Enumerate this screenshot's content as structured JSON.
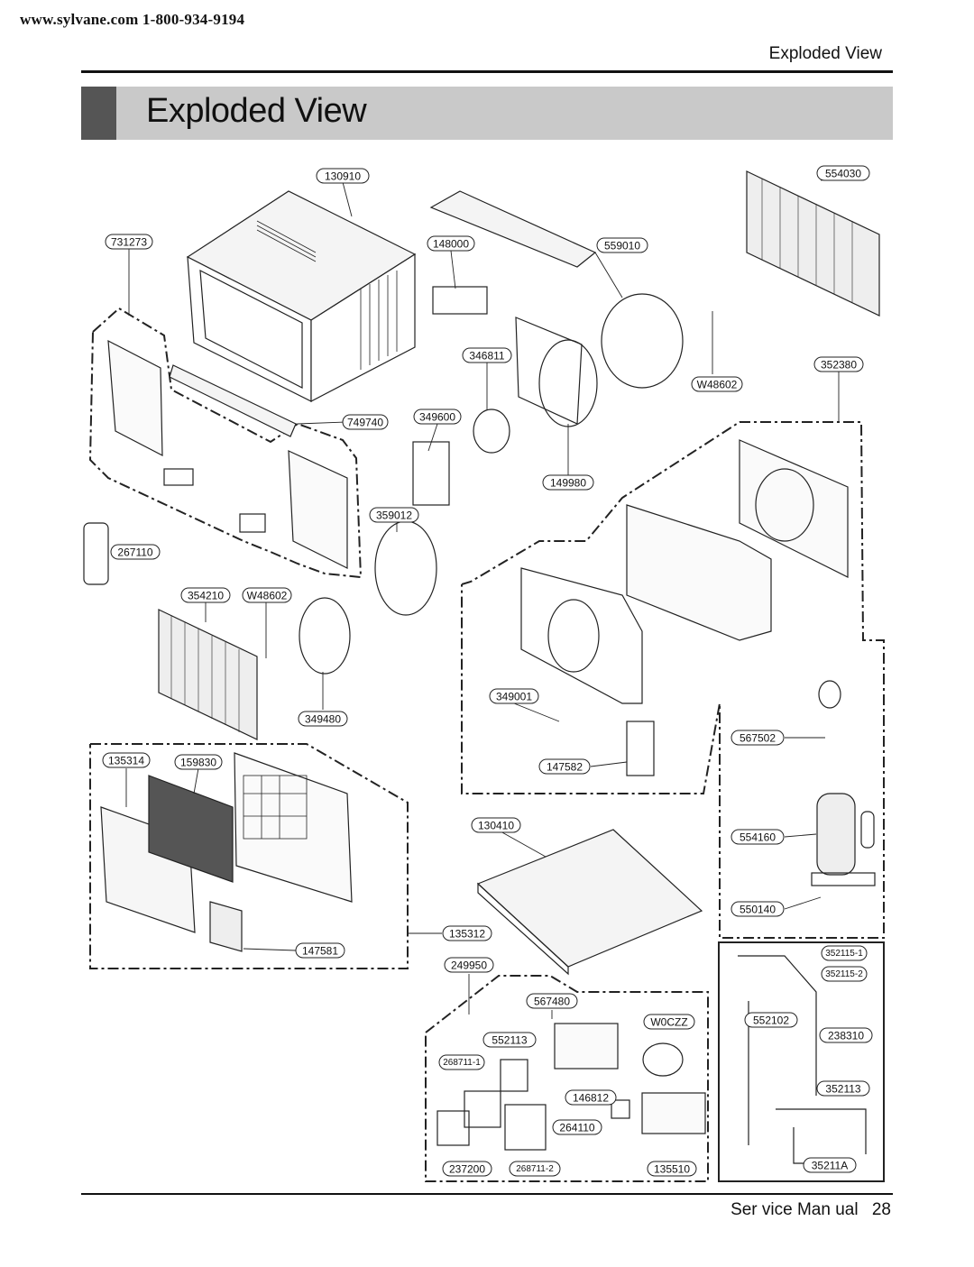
{
  "header": {
    "site": "www.sylvane.com 1-800-934-9194",
    "section_title": "Exploded View"
  },
  "banner": {
    "title": "Exploded View"
  },
  "footer": {
    "manual_label": "Ser vice Man ual",
    "page_number": "28"
  },
  "part_labels": [
    "130910",
    "554030",
    "731273",
    "148000",
    "559010",
    "346811",
    "352380",
    "W48602",
    "749740",
    "349600",
    "149980",
    "359012",
    "267110",
    "354210",
    "W48602",
    "349480",
    "349001",
    "567502",
    "147582",
    "135314",
    "159830",
    "130410",
    "554160",
    "550140",
    "135312",
    "147581",
    "249950",
    "567480",
    "W0CZZ",
    "552102",
    "552113",
    "268711-1",
    "238310",
    "352113",
    "146812",
    "264110",
    "237200",
    "268711-2",
    "135510",
    "35211A",
    "352115-1",
    "352115-2"
  ]
}
